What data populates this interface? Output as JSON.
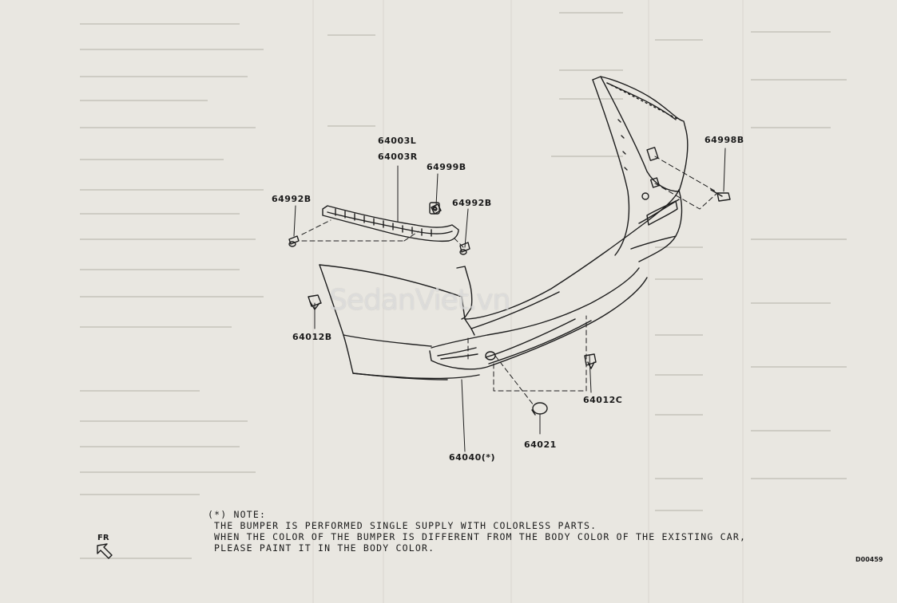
{
  "diagram": {
    "part_labels": {
      "p64003L": "64003L",
      "p64003R": "64003R",
      "p64999B": "64999B",
      "p64992B_left": "64992B",
      "p64992B_right": "64992B",
      "p64998B": "64998B",
      "p64012B": "64012B",
      "p64012C": "64012C",
      "p64021": "64021",
      "p64040": "64040(*)"
    },
    "note": {
      "heading": "(*) NOTE:",
      "line1": "THE BUMPER IS PERFORMED SINGLE SUPPLY WITH COLORLESS PARTS.",
      "line2": "WHEN THE COLOR OF THE BUMPER IS DIFFERENT FROM THE BODY COLOR OF THE EXISTING CAR,",
      "line3": "PLEASE PAINT IT IN THE BODY COLOR."
    },
    "direction_label": "FR",
    "drawing_code": "D00459",
    "watermark": "SedanViet.vn"
  }
}
